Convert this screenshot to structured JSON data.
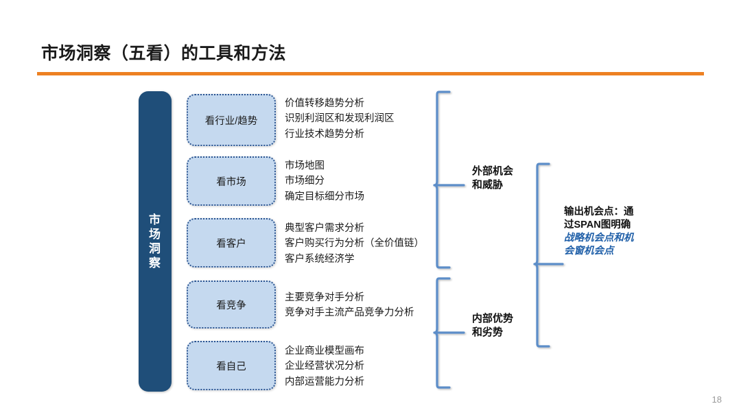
{
  "slide": {
    "title": "市场洞察（五看）的工具和方法",
    "page_number": "18",
    "accent_color": "#ED8022",
    "spine_color": "#1F4E79",
    "box_fill_color": "#C5D9EF",
    "box_border_color": "#2B5490",
    "brace_color": "#5B8DC8",
    "emphasis_color": "#1F5FA8"
  },
  "spine": {
    "label_chars": [
      "市",
      "场",
      "洞",
      "察"
    ]
  },
  "stages": [
    {
      "name": "看行业/趋势",
      "details": [
        "价值转移趋势分析",
        "识别利润区和发现利润区",
        "行业技术趋势分析"
      ]
    },
    {
      "name": "看市场",
      "details": [
        "市场地图",
        "市场细分",
        "确定目标细分市场"
      ]
    },
    {
      "name": "看客户",
      "details": [
        "典型客户需求分析",
        "客户购买行为分析（全价值链）",
        "客户系统经济学"
      ]
    },
    {
      "name": "看竞争",
      "details": [
        "主要竞争对手分析",
        "竞争对手主流产品竞争力分析"
      ]
    },
    {
      "name": "看自己",
      "details": [
        "企业商业模型画布",
        "企业经营状况分析",
        "内部运营能力分析"
      ]
    }
  ],
  "groups": [
    {
      "line1": "外部机会",
      "line2": "和威胁"
    },
    {
      "line1": "内部优势",
      "line2": "和劣势"
    }
  ],
  "outcome": {
    "plain": "输出机会点：通过SPAN图明确",
    "emphasis": "战略机会点和机会窗机会点"
  }
}
